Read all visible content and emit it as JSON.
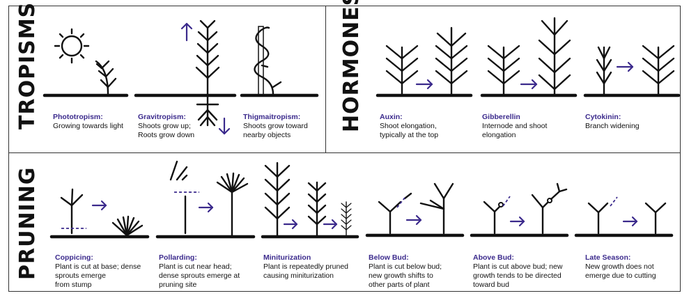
{
  "sections": {
    "tropisms": {
      "title": "TROPISMS"
    },
    "hormones": {
      "title": "HORMONES"
    },
    "pruning": {
      "title": "PRUNING"
    }
  },
  "tropisms": [
    {
      "name": "Phototropism:",
      "desc": "Growing towards light"
    },
    {
      "name": "Gravitropism:",
      "desc": "Shoots grow up;\nRoots grow down"
    },
    {
      "name": "Thigmaitropism:",
      "desc": "Shoots grow toward\nnearby objects"
    }
  ],
  "hormones": [
    {
      "name": "Auxin:",
      "desc": "Shoot elongation,\ntypically at the top"
    },
    {
      "name": "Gibberellin",
      "desc": "Internode and shoot\nelongation"
    },
    {
      "name": "Cytokinin:",
      "desc": "Branch widening"
    }
  ],
  "pruning": [
    {
      "name": "Coppicing:",
      "desc": "Plant is cut at base; dense\nsprouts emerge\nfrom stump"
    },
    {
      "name": "Pollarding:",
      "desc": "Plant is cut near head;\ndense sprouts emerge at\npruning site"
    },
    {
      "name": "Miniturization",
      "desc": "Plant is repeatedly pruned\ncausing miniturization"
    },
    {
      "name": "Below Bud:",
      "desc": "Plant is cut below bud;\nnew growth shifts to\nother parts of plant"
    },
    {
      "name": "Above Bud:",
      "desc": "Plant is cut above bud; new\ngrowth tends to be directed\ntoward bud"
    },
    {
      "name": "Late Season:",
      "desc": "New growth does not\nemerge due to cutting"
    }
  ],
  "colors": {
    "accent": "#3b2a8c",
    "ink": "#111111"
  }
}
